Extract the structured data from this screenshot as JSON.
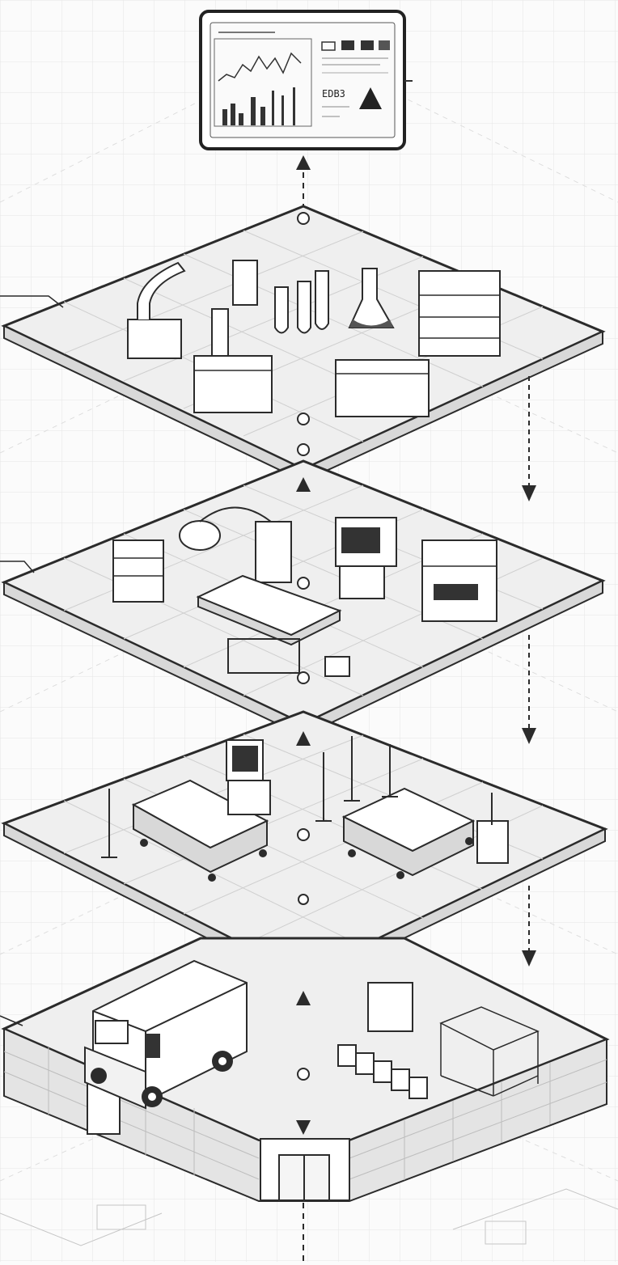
{
  "monitor": {
    "header_text": "",
    "readout_text": "EDB3",
    "warning_icon": "triangle-warning-icon"
  },
  "floors": [
    {
      "id": "laboratory",
      "icon": "flask-icon"
    },
    {
      "id": "surgery",
      "icon": "operating-table-icon"
    },
    {
      "id": "inpatient-ward",
      "icon": "hospital-bed-icon"
    },
    {
      "id": "emergency-ground",
      "icon": "ambulance-icon"
    }
  ],
  "colors": {
    "ink": "#2b2b2b",
    "slab_fill": "#efefef",
    "grid_line": "#cfcfcf",
    "paper": "#fbfbfb"
  }
}
